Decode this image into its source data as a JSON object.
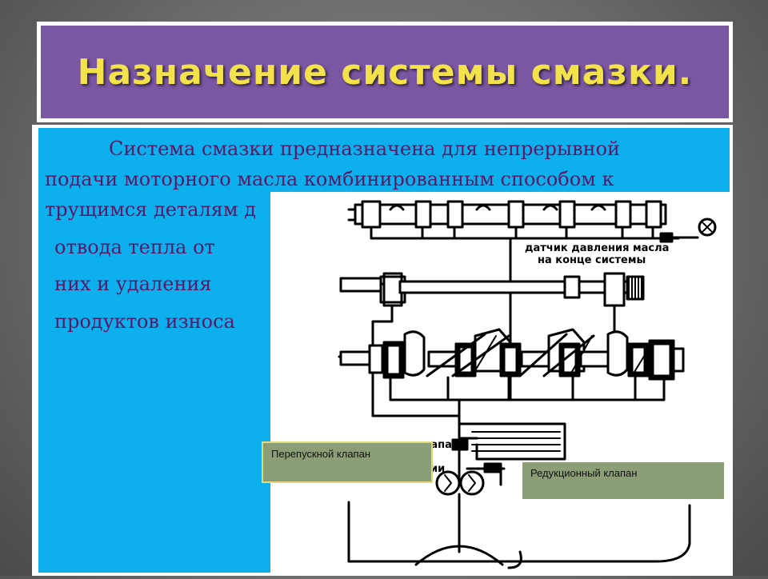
{
  "slide": {
    "title": "Назначение системы смазки."
  },
  "content": {
    "line1": "Система смазки предназначена для непрерывной",
    "line2": "подачи моторного масла комбинированным способом  к",
    "line3": "трущимся  деталям д",
    "bullet1": "отвода тепла от",
    "bullet2": "них и удаления",
    "bullet3": "продуктов износа"
  },
  "diagram": {
    "sensor_label_line1": "датчик давления масла",
    "sensor_label_line2": "на конце системы",
    "partial_label_1": "клапан-",
    "partial_label_2": "ии",
    "bypass_valve": "Перепускной клапан",
    "reduction_valve": "Редукционный клапан"
  },
  "colors": {
    "title_bg": "#7b57a3",
    "title_text": "#f3e24a",
    "content_bg": "#0db0ec",
    "body_text": "#5a1868",
    "callout_bg": "#8b9e77",
    "callout_border": "#e7d977"
  }
}
